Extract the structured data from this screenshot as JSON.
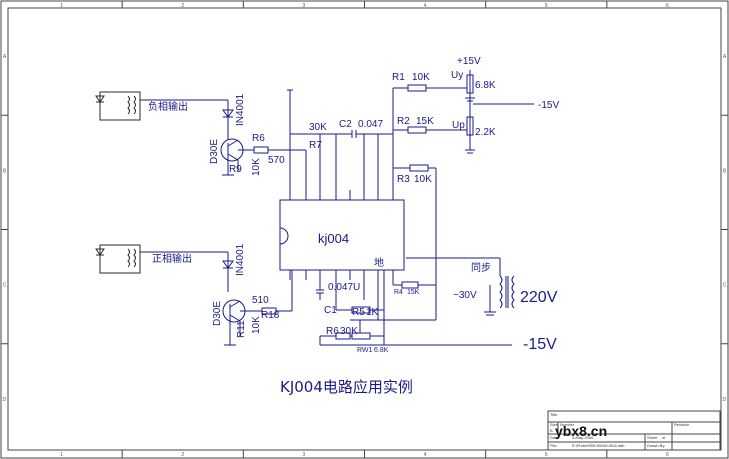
{
  "border": {
    "cols": [
      "1",
      "2",
      "3",
      "4",
      "5",
      "6"
    ],
    "rows": [
      "A",
      "B",
      "C",
      "D"
    ]
  },
  "ic": {
    "name": "kj004",
    "ground_label": "地"
  },
  "top_right": {
    "plus15": "+15V",
    "minus15": "-15V",
    "uy": "Uy",
    "up": "Up",
    "r1_name": "R1",
    "r1_value": "10K",
    "r2_name": "R2",
    "r2_value": "15K",
    "r3_name": "R3",
    "r3_value": "10K",
    "pot1": "6.8K",
    "pot2": "2.2K"
  },
  "upper_left": {
    "output_label": "负相输出",
    "diode": "IN4001",
    "transistor": "D30E",
    "r6": "R6",
    "r7": "R7",
    "r7_value": "30K",
    "r9": "R9",
    "r9_value": "10K",
    "r570": "570",
    "c2": "C2",
    "c2_value": "0.047"
  },
  "lower_left": {
    "output_label": "正相输出",
    "diode": "IN4001",
    "transistor": "D30E",
    "r11": "R11",
    "r11_value": "10K",
    "r18": "R18",
    "r510": "510"
  },
  "bottom": {
    "c1": "C1",
    "c1_value": "0.047U",
    "r5": "R5",
    "r5_value": "1K",
    "r6": "R6",
    "r6_value": "30K",
    "rw1": "RW1",
    "rw1_value": "6.8K",
    "r4": "R4",
    "r4_value": "15K",
    "sync": "同步",
    "v30": "~30V",
    "v220": "220V",
    "minus15": "-15V"
  },
  "caption": "KJ004电路应用实例",
  "title_block": {
    "title_lbl": "Title",
    "size_lbl": "Size",
    "number_lbl": "Number",
    "revision_lbl": "Revision",
    "date_lbl": "Date:",
    "date_val": "4-May-2000",
    "sheet_lbl": "Sheet",
    "sheet_of": "of",
    "file_lbl": "File:",
    "file_val": "E:\\Protel99\\KJ004\\KJ004.ddb",
    "drawn_lbl": "Drawn By:",
    "size_val": "B"
  },
  "watermark": "ybx8.cn"
}
